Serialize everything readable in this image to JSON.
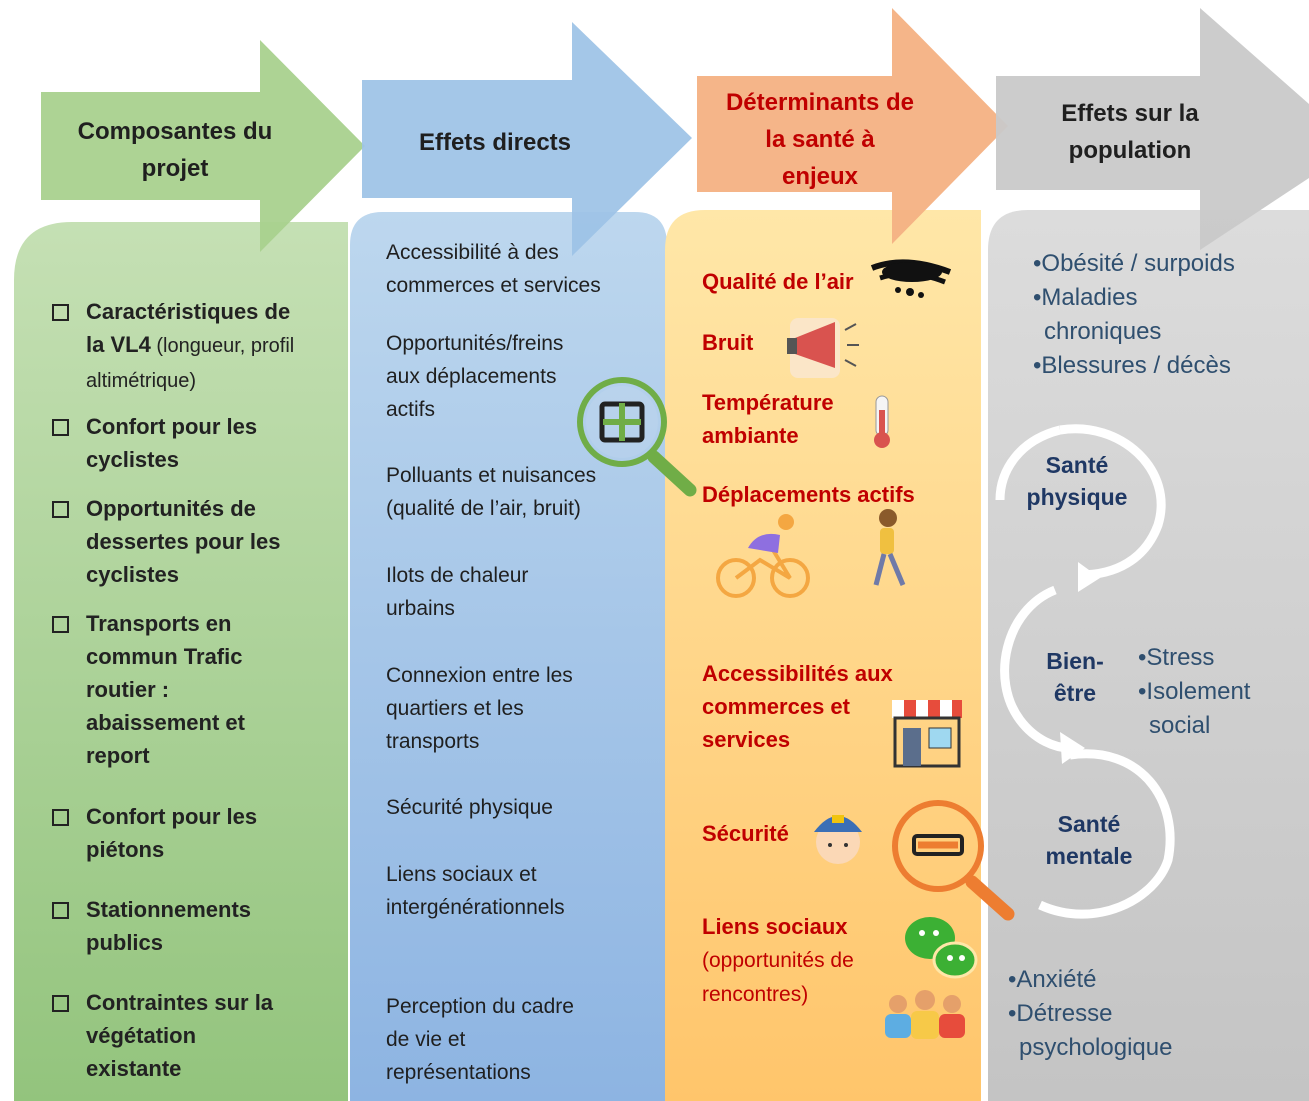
{
  "headers": {
    "composantes": [
      "Composantes du",
      "projet"
    ],
    "effets_directs": "Effets directs",
    "determinants": [
      "Déterminants de",
      "la santé à",
      "enjeux"
    ],
    "effets_population": [
      "Effets sur la",
      "population"
    ]
  },
  "composantes": [
    {
      "lines": [
        "Caractéristiques de",
        "la VL4"
      ],
      "note": " (longueur, profil altimétrique)"
    },
    {
      "lines": [
        "Confort pour les",
        "cyclistes"
      ]
    },
    {
      "lines": [
        "Opportunités de",
        "dessertes pour les",
        "cyclistes"
      ]
    },
    {
      "lines": [
        "Transports en",
        "commun Trafic",
        "routier :",
        "abaissement et",
        "report"
      ]
    },
    {
      "lines": [
        "Confort pour les",
        "piétons"
      ]
    },
    {
      "lines": [
        "Stationnements",
        "publics"
      ]
    },
    {
      "lines": [
        "Contraintes sur la",
        "végétation",
        "existante"
      ]
    }
  ],
  "effets_directs": [
    [
      "Accessibilité à des",
      "commerces et services"
    ],
    [
      "Opportunités/freins",
      "aux déplacements",
      "actifs"
    ],
    [
      "Polluants et nuisances",
      "(qualité de l’air, bruit)"
    ],
    [
      "Ilots de chaleur",
      "urbains"
    ],
    [
      "Connexion entre les",
      "quartiers et les",
      "transports"
    ],
    [
      "Sécurité physique"
    ],
    [
      "Liens sociaux et",
      "intergénérationnels"
    ],
    [
      "Perception du cadre",
      "de vie et",
      "représentations"
    ]
  ],
  "determinants": {
    "air": "Qualité de l’air",
    "bruit": "Bruit",
    "temperature": [
      "Température",
      "ambiante"
    ],
    "deplacements": "Déplacements actifs",
    "accessibilites": [
      "Accessibilités aux",
      "commerces et",
      "services"
    ],
    "securite": "Sécurité",
    "liens": "Liens sociaux",
    "liens_sub": [
      "(opportunités de",
      "rencontres)"
    ]
  },
  "population": {
    "physique_effects": [
      "•Obésité / surpoids",
      "•Maladies",
      "chroniques",
      "•Blessures / décès"
    ],
    "sante_physique": [
      "Santé",
      "physique"
    ],
    "bien_etre": [
      "Bien-",
      "être"
    ],
    "bien_etre_effects": [
      "•Stress",
      "•Isolement",
      "social"
    ],
    "sante_mentale": [
      "Santé",
      "mentale"
    ],
    "mentale_effects": [
      "•Anxiété",
      "•Détresse",
      "psychologique"
    ]
  },
  "colors": {
    "green": "#a9d18e",
    "blue": "#9dc3e6",
    "orange": "#ffd592",
    "orange_arrow": "#f4b183",
    "gray": "#d0d0d0",
    "red_text": "#c00000",
    "plus_lens": "#70ad47",
    "minus_lens": "#ed7d31"
  },
  "icons": [
    "smoke-icon",
    "megaphone-icon",
    "thermometer-icon",
    "cyclist-icon",
    "walker-icon",
    "shop-icon",
    "police-icon",
    "chat-icon",
    "people-icon",
    "plus-magnifier-icon",
    "minus-magnifier-icon"
  ]
}
